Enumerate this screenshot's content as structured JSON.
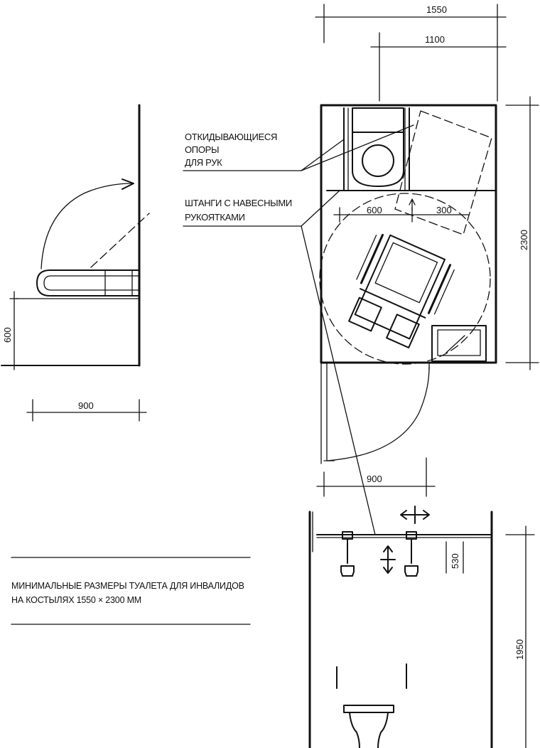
{
  "labels": {
    "folding_supports_line1": "ОТКИДЫВАЮЩИЕСЯ",
    "folding_supports_line2": "ОПОРЫ",
    "folding_supports_line3": "ДЛЯ РУК",
    "bars_line1": "ШТАНГИ С НАВЕСНЫМИ",
    "bars_line2": "РУКОЯТКАМИ"
  },
  "caption": {
    "line1": "МИНИМАЛЬНЫЕ РАЗМЕРЫ ТУАЛЕТА ДЛЯ ИНВАЛИДОВ",
    "line2": "НА КОСТЫЛЯХ 1550 × 2300 ММ"
  },
  "dimensions": {
    "top_width": "1550",
    "inner_width": "1100",
    "right_height": "2300",
    "left_height": "600",
    "left_width": "900",
    "door_width": "900",
    "turn_left": "600",
    "turn_right": "300",
    "bottom_height": "1950",
    "handle_drop": "530"
  },
  "colors": {
    "ink": "#111111",
    "paper": "#ffffff"
  }
}
